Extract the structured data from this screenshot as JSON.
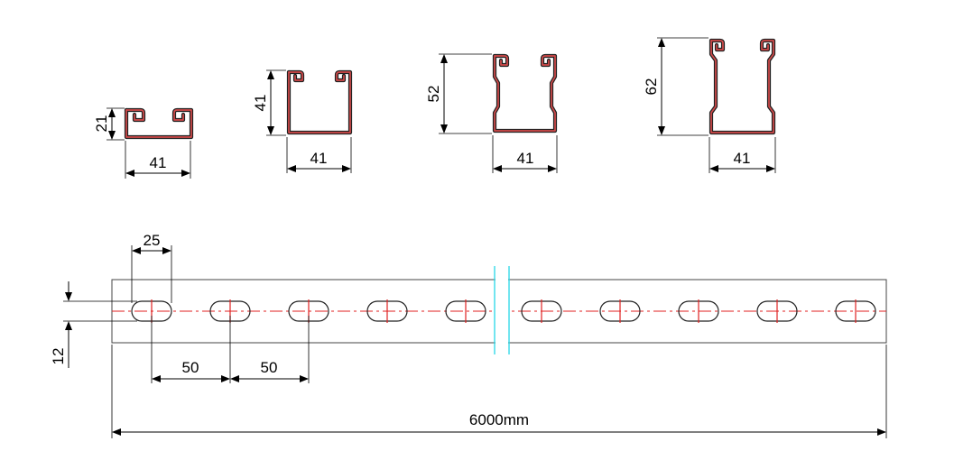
{
  "colors": {
    "profile_inner": "#d24a4a",
    "centerline": "#e02020",
    "break_line": "#30d8e8",
    "dimension": "#000000"
  },
  "profiles": [
    {
      "height_label": "21",
      "width_label": "41"
    },
    {
      "height_label": "41",
      "width_label": "41"
    },
    {
      "height_label": "52",
      "width_label": "41"
    },
    {
      "height_label": "62",
      "width_label": "41"
    }
  ],
  "rail": {
    "slot_length_label": "25",
    "slot_width_label": "12",
    "pitch_labels": [
      "50",
      "50"
    ],
    "total_length_label": "6000mm",
    "slot_count": 10
  }
}
